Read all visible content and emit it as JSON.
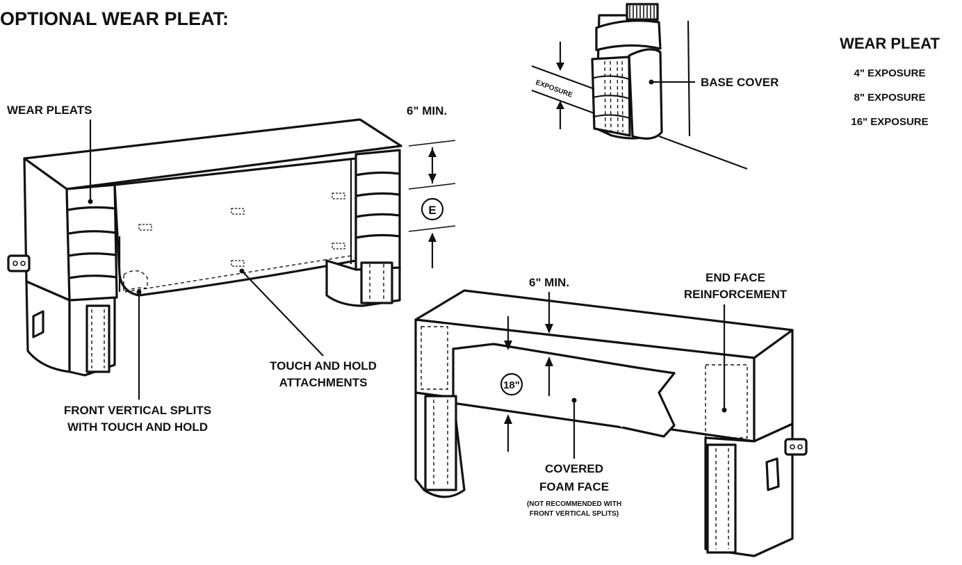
{
  "title": "OPTIONAL WEAR PLEAT:",
  "legend": {
    "heading": "WEAR PLEAT",
    "items": [
      "4\" EXPOSURE",
      "8\" EXPOSURE",
      "16\" EXPOSURE"
    ]
  },
  "inset": {
    "exposure": "EXPOSURE",
    "base_cover": "BASE COVER"
  },
  "left_assembly": {
    "wear_pleats": "WEAR PLEATS",
    "six_min": "6\" MIN.",
    "e_marker": "E",
    "touch_hold_line1": "TOUCH AND HOLD",
    "touch_hold_line2": "ATTACHMENTS",
    "splits_line1": "FRONT VERTICAL SPLITS",
    "splits_line2": "WITH TOUCH AND HOLD"
  },
  "right_assembly": {
    "six_min": "6\" MIN.",
    "end_face_line1": "END FACE",
    "end_face_line2": "REINFORCEMENT",
    "eighteen": "18\"",
    "covered_line1": "COVERED",
    "covered_line2": "FOAM FACE",
    "note_line1": "(NOT RECOMMENDED WITH",
    "note_line2": "FRONT VERTICAL SPLITS)"
  }
}
